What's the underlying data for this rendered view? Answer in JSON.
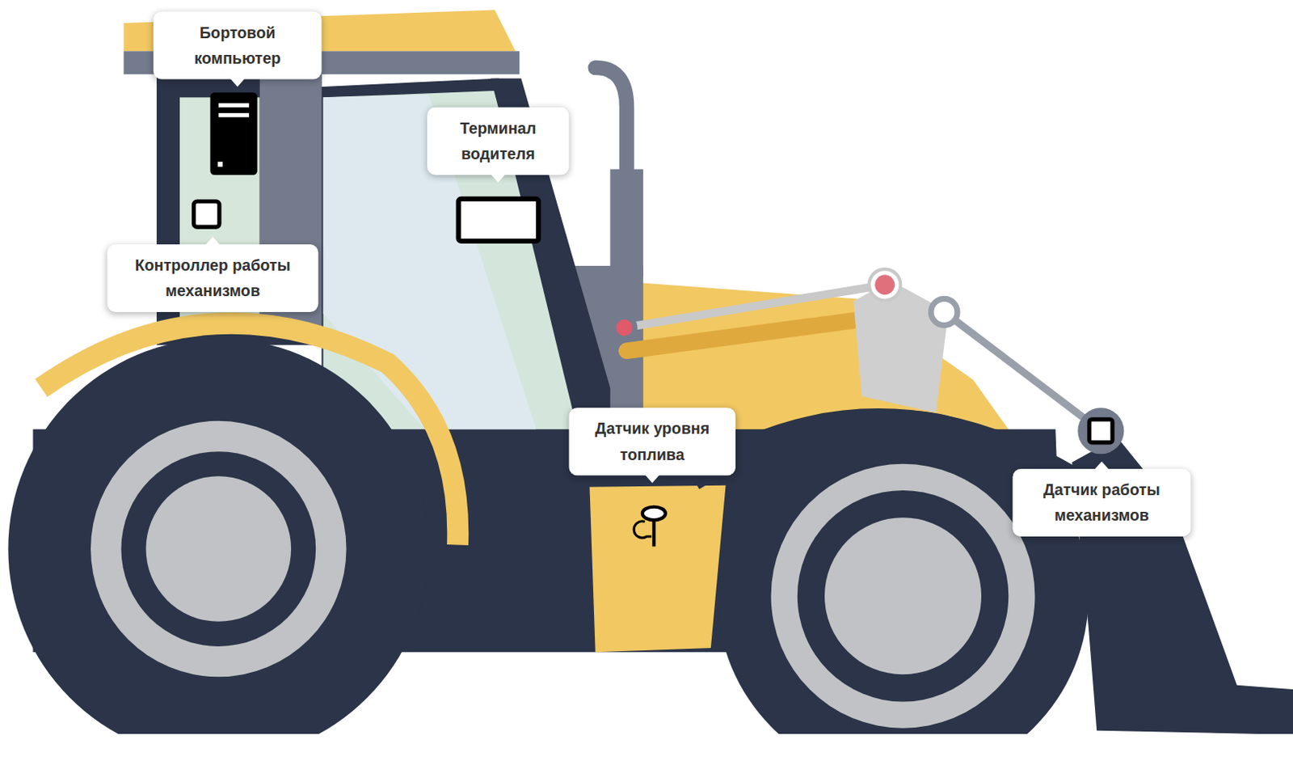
{
  "diagram": {
    "nodes": [
      {
        "text": [
          "Бортовой компьютер"
        ]
      },
      {
        "text": [
          "Терминал водителя"
        ]
      },
      {
        "text": [
          "Контроллер работы механизмов"
        ]
      },
      {
        "text": [
          "Датчик уровня топлива"
        ]
      },
      {
        "text": [
          "Датчик работы механизмов"
        ]
      }
    ]
  }
}
